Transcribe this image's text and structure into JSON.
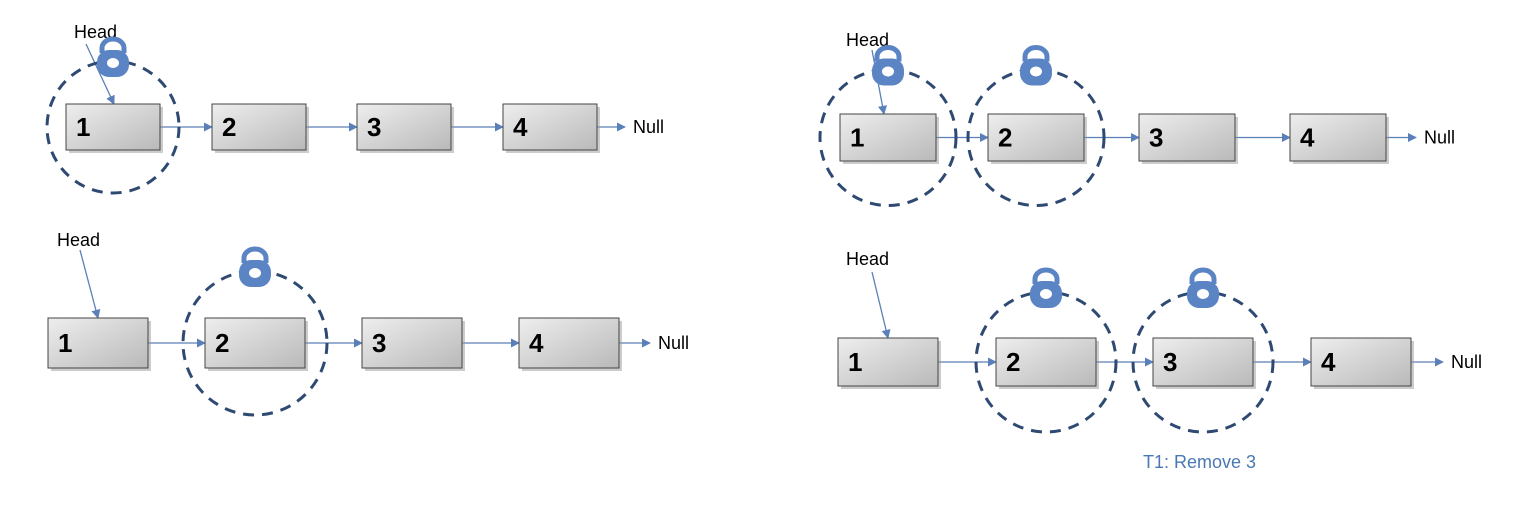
{
  "colors": {
    "arrow": "#5b7fb8",
    "lock": "#5b84c4",
    "circle": "#2f4a72",
    "node_border": "#444444",
    "caption": "#4a78b5"
  },
  "panels": [
    {
      "head_label": "Head",
      "nodes": [
        "1",
        "2",
        "3",
        "4"
      ],
      "null_label": "Null",
      "locked": [
        0
      ],
      "caption": ""
    },
    {
      "head_label": "Head",
      "nodes": [
        "1",
        "2",
        "3",
        "4"
      ],
      "null_label": "Null",
      "locked": [
        1
      ],
      "caption": ""
    },
    {
      "head_label": "Head",
      "nodes": [
        "1",
        "2",
        "3",
        "4"
      ],
      "null_label": "Null",
      "locked": [
        0,
        1
      ],
      "caption": ""
    },
    {
      "head_label": "Head",
      "nodes": [
        "1",
        "2",
        "3",
        "4"
      ],
      "null_label": "Null",
      "locked": [
        1,
        2
      ],
      "caption": "T1: Remove 3"
    }
  ]
}
